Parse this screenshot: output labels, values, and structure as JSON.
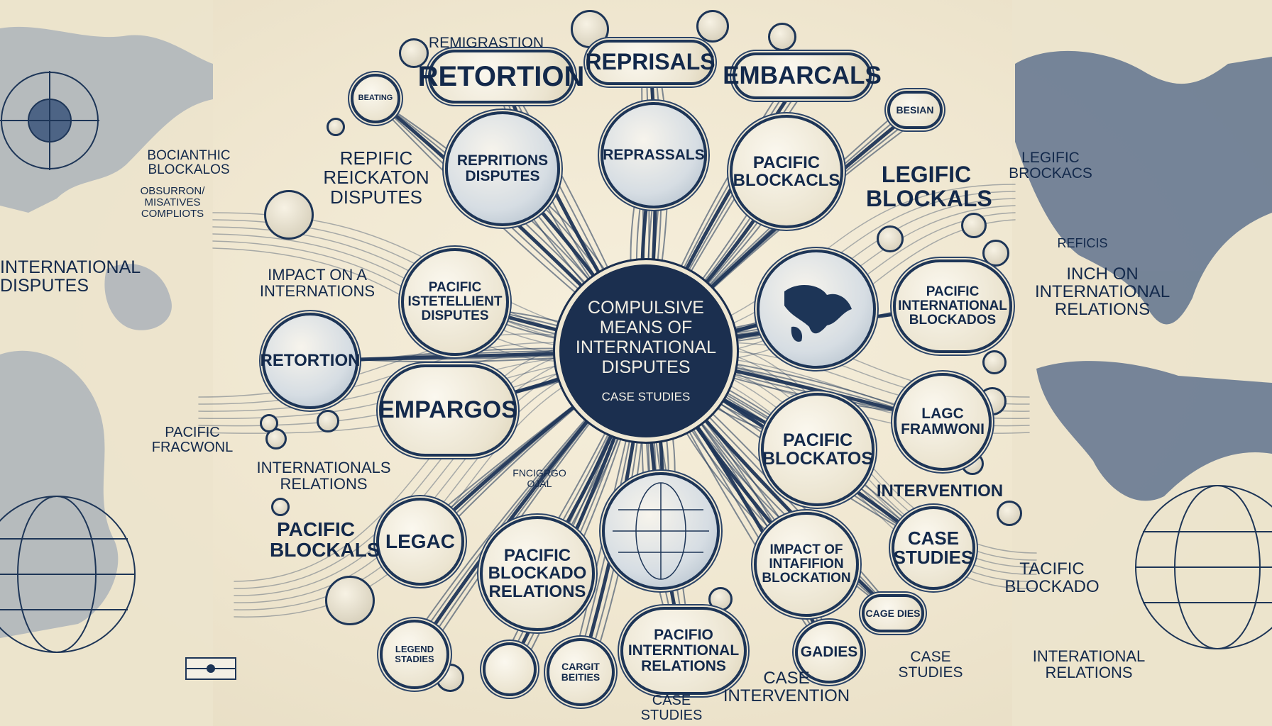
{
  "center": {
    "title": "COMPULSIVE\nMEANS OF\nINTERNATIONAL\nDISPUTES",
    "subtitle": "CASE STUDIES"
  },
  "top_bubbles": {
    "retortion_caption": "REMIGRASTION",
    "retortion": "RETORTION",
    "reprisals": "REPRISALS",
    "embarcals": "EMBARCALS",
    "beating": "BEATING",
    "besian": "BESIAN"
  },
  "inner_nodes": {
    "repritions": "REPRITIONS\nDISPUTES",
    "reprassals": "REPRASSALS",
    "pacific_blockacls": "PACIFIC\nBLOCKACLS",
    "pacific_istetellient": "PACIFIC\nISTETELLIENT\nDISPUTES",
    "retortion": "RETORTION",
    "empargos": "EMPARGOS",
    "legac": "LEGAC",
    "pacific_blockado_relations": "PACIFIC\nBLOCKADO\nRELATIONS",
    "pacific_international_blockados": "PACIFIC\nINTERNATIONAL\nBLOCKADOS",
    "lagc_framwonl": "LAGC\nFRAMWONI",
    "pacific_blockatos": "PACIFIC\nBLOCKATOS",
    "case_studies": "CASE\nSTUDIES",
    "impact_intafifion": "IMPACT OF\nINTAFIFION\nBLOCKATION",
    "case_dies": "CAGE DIES",
    "gadies": "GADIES",
    "pacifio_relations": "PACIFIO\nINTERNTIONAL\nRELATIONS",
    "cargn_beties": "CARGIT\nBEITIES",
    "legend_studies": "LEGEND\nSTADIES"
  },
  "free_labels": {
    "repific": "REPIFIC\nREICKATON\nDISPUTES",
    "impact_on": "IMPACT ON A\nINTERNATIONS",
    "internationals_relations": "INTERNATIONALS\nRELATIONS",
    "pacific_blockals": "PACIFIC\nBLOCKALS",
    "legific_blockals": "LEGIFIC\nBLOCKALS",
    "intervention": "INTERVENTION",
    "case_studies_bottom": "CASE STUDIES",
    "case_intervention": "CASE\nINTERVENTION",
    "case_studies_right": "CASE\nSTUDIES",
    "fncigrago": "FNCIGRGO\nOJAL"
  },
  "left_panel": {
    "bocianthic": "BOCIANTHIC\nBLOCKALOS",
    "obsurron": "OBSURRON/\nMISATIVES\nCOMPLIOTS",
    "international_disputes": "INTERNATIONAL\nDISPUTES",
    "pacific_fracwonl": "PACIFIC\nFRACWONL"
  },
  "right_panel": {
    "legific_brockacs": "LEGIFIC\nBROCKACS",
    "reficis": "REFICIS",
    "inch_on": "INCH ON\nINTERNATIONAL\nRELATIONS",
    "tacific_blockado": "TACIFIC\nBLOCKADO",
    "international_relations": "INTERATIONAL\nRELATIONS"
  },
  "colors": {
    "navy": "#1b2f4f",
    "paper": "#efe7d2",
    "map": "#4d6485"
  }
}
